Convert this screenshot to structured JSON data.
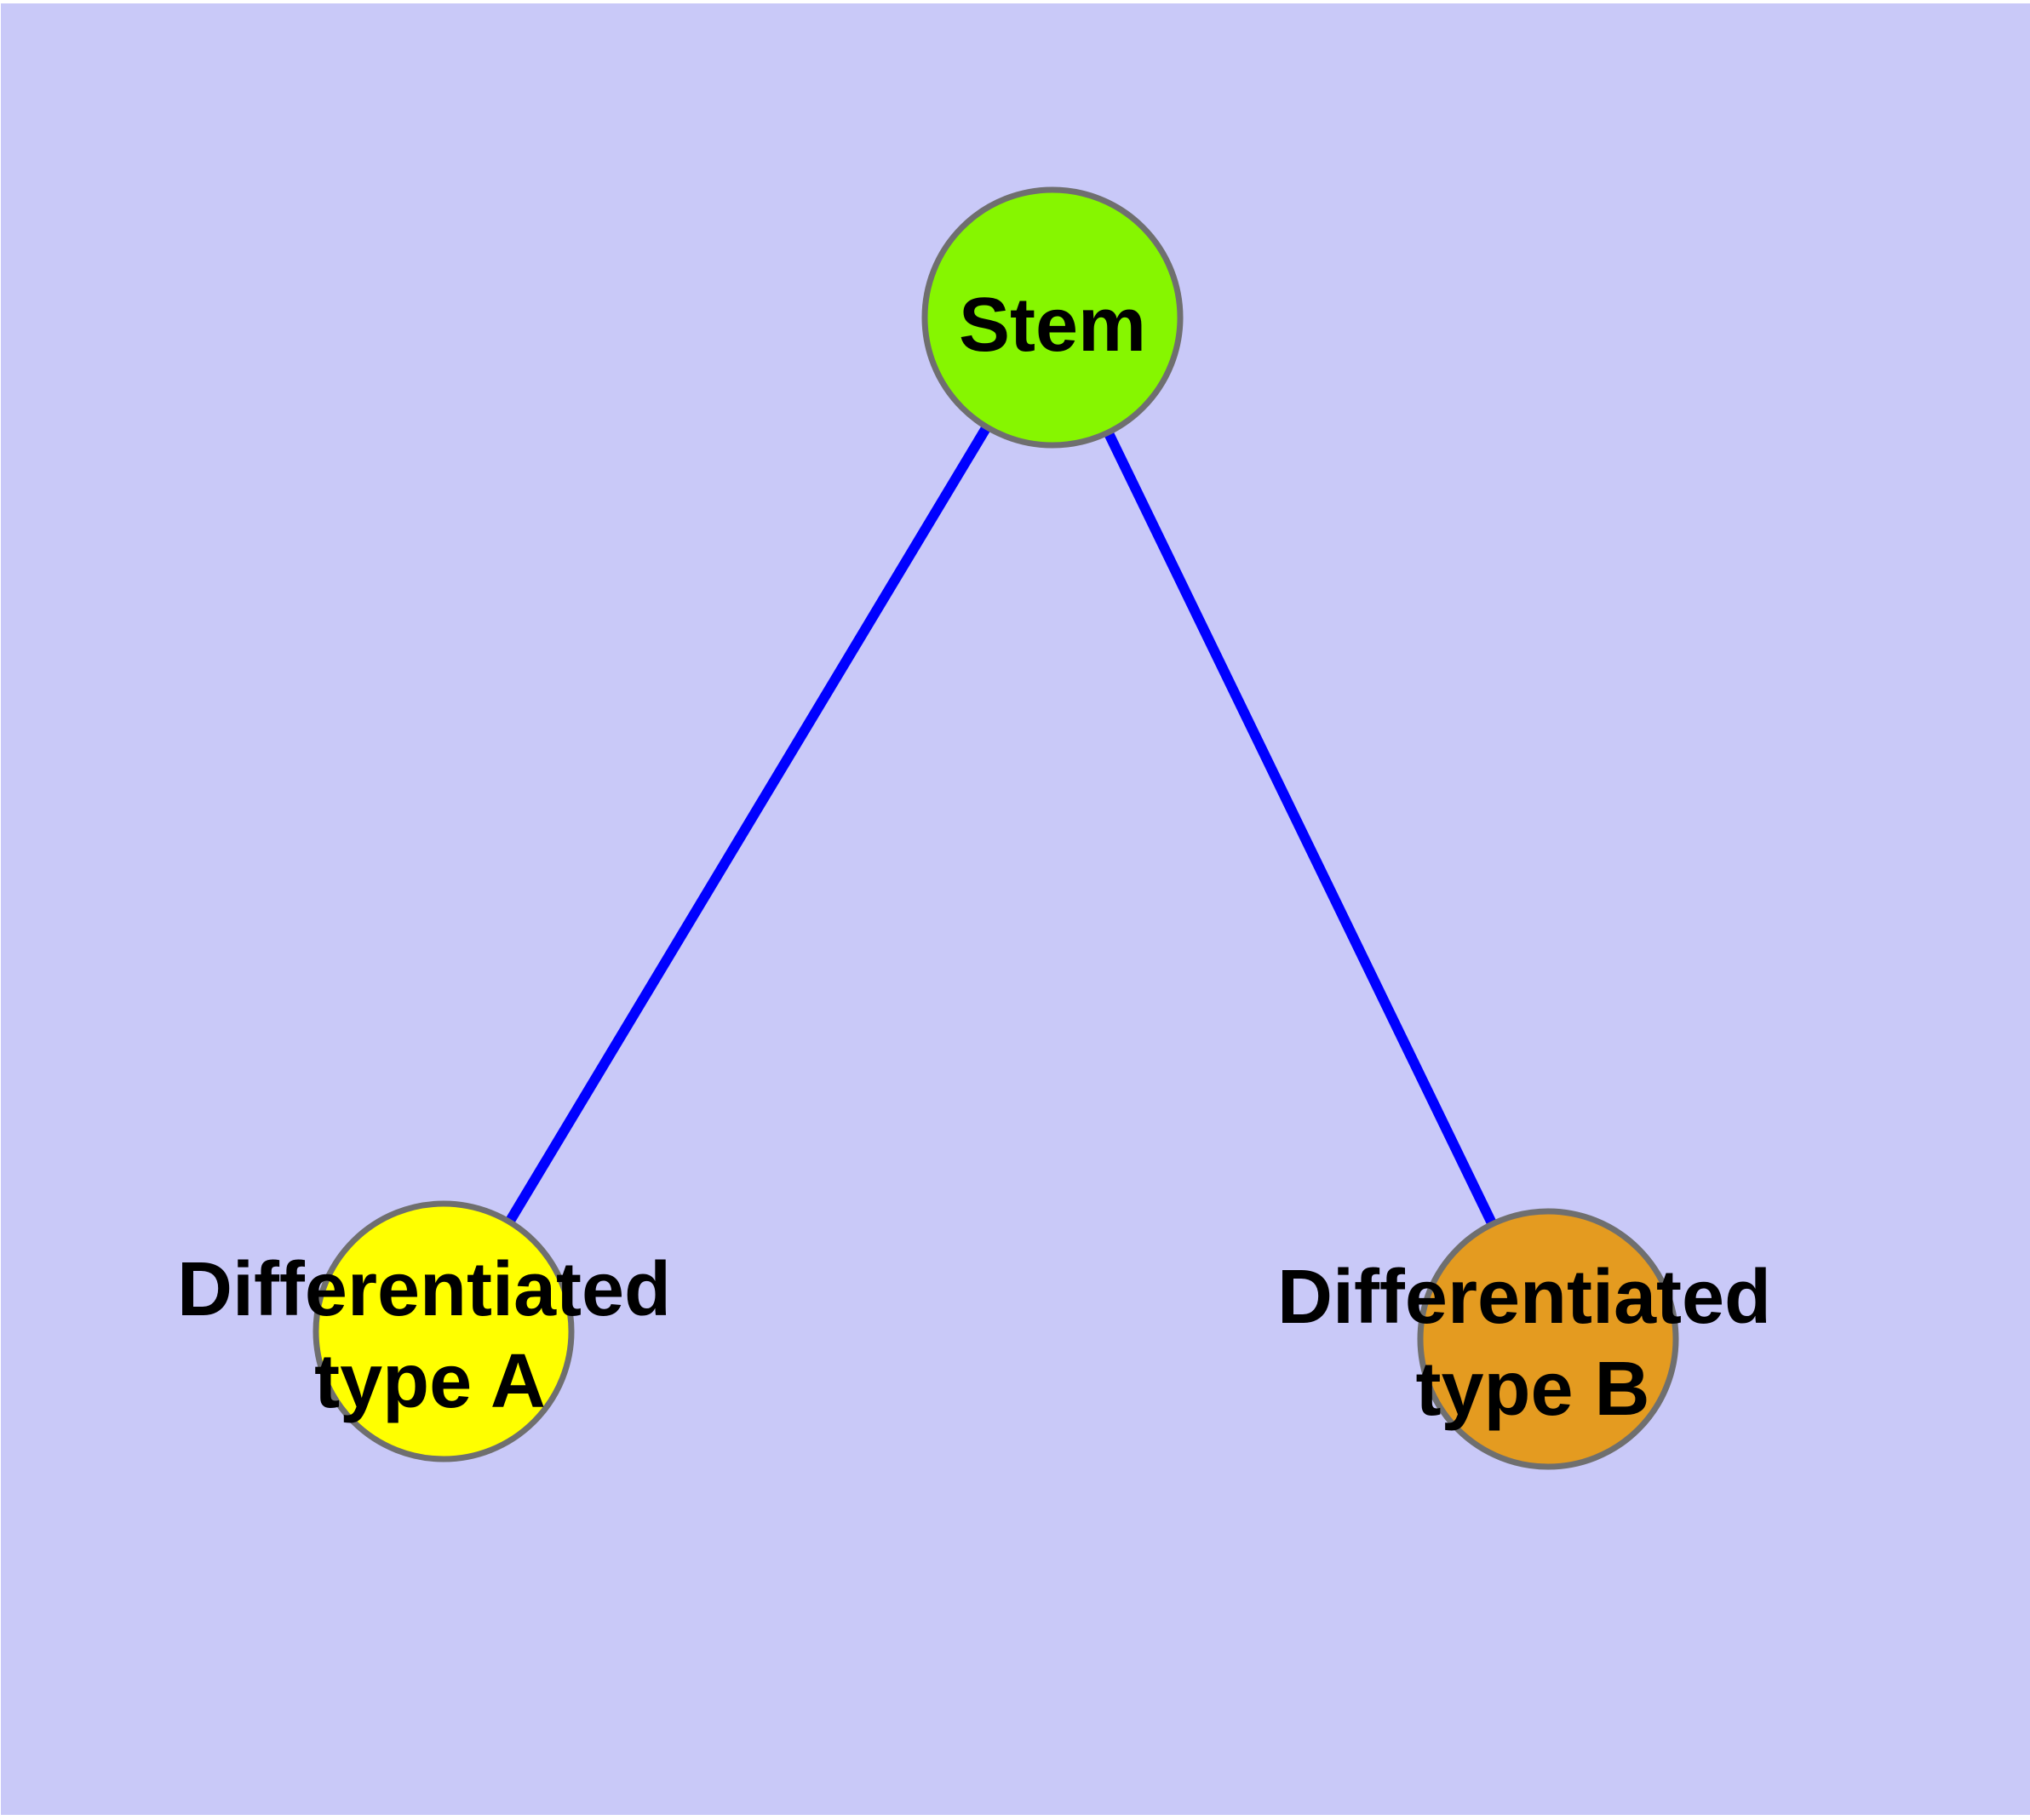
{
  "diagram": {
    "type": "node-link-graph",
    "background_color": "#C9C9F8",
    "frame_color": "#FFFFFF",
    "edge_color": "#0000FF",
    "node_border_color": "#6F6F6F",
    "label_color": "#000000",
    "nodes": [
      {
        "id": "stem",
        "label": "Stem",
        "label_line1": "Stem",
        "label_line2": "",
        "fill": "#86F600"
      },
      {
        "id": "type-a",
        "label": "Differentiated type A",
        "label_line1": "Differentiated",
        "label_line2": "type A",
        "fill": "#FFFF00"
      },
      {
        "id": "type-b",
        "label": "Differentiated type B",
        "label_line1": "Differentiated",
        "label_line2": "type B",
        "fill": "#E49B20"
      }
    ],
    "edges": [
      {
        "from": "Stem",
        "to": "Differentiated type A"
      },
      {
        "from": "Stem",
        "to": "Differentiated type B"
      }
    ]
  }
}
